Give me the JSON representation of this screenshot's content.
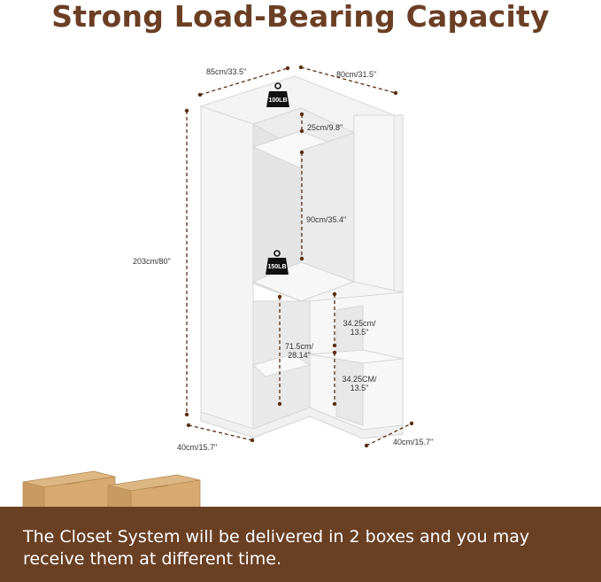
{
  "header": {
    "title": "Strong Load-Bearing Capacity"
  },
  "dimensions": {
    "top_left_width": "85cm/33.5\"",
    "top_right_width": "80cm/31.5\"",
    "total_height": "203cm/80\"",
    "top_compartment": "25cm/9.8\"",
    "upper_section": "90cm/35.4\"",
    "lower_section_line1": "71.5cm/",
    "lower_section_line2": "28.14\"",
    "upper_right_shelf_line1": "34.25cm/",
    "upper_right_shelf_line2": "13.5\"",
    "lower_right_shelf_line1": "34.25CM/",
    "lower_right_shelf_line2": "13.5\"",
    "left_depth": "40cm/15.7\"",
    "right_depth": "40cm/15.7\""
  },
  "load_tags": {
    "top": "100LB",
    "middle": "150LB"
  },
  "banner": {
    "text": "The Closet System will be delivered in 2 boxes and you may receive them at different time."
  },
  "colors": {
    "brand_brown": "#6a4024",
    "title_brown": "#6b3f24",
    "dimension_line": "#5a2f12",
    "box_cardboard": "#d2a874"
  }
}
